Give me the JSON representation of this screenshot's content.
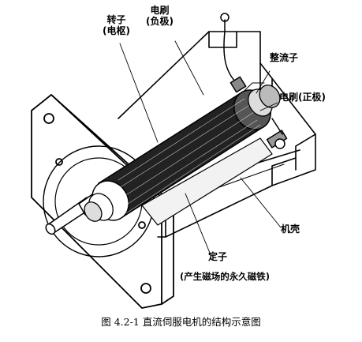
{
  "labels": {
    "rotor": "转子",
    "armature": "(电枢)",
    "brush_top": "电刷",
    "brush_negative": "(负极)",
    "commutator": "整流子",
    "brush_positive": "电刷(正极)",
    "housing": "机壳",
    "stator": "定子",
    "stator_desc": "(产生磁场的永久磁铁)"
  },
  "caption": "图 4.2-1   直流伺服电机的结构示意图"
}
